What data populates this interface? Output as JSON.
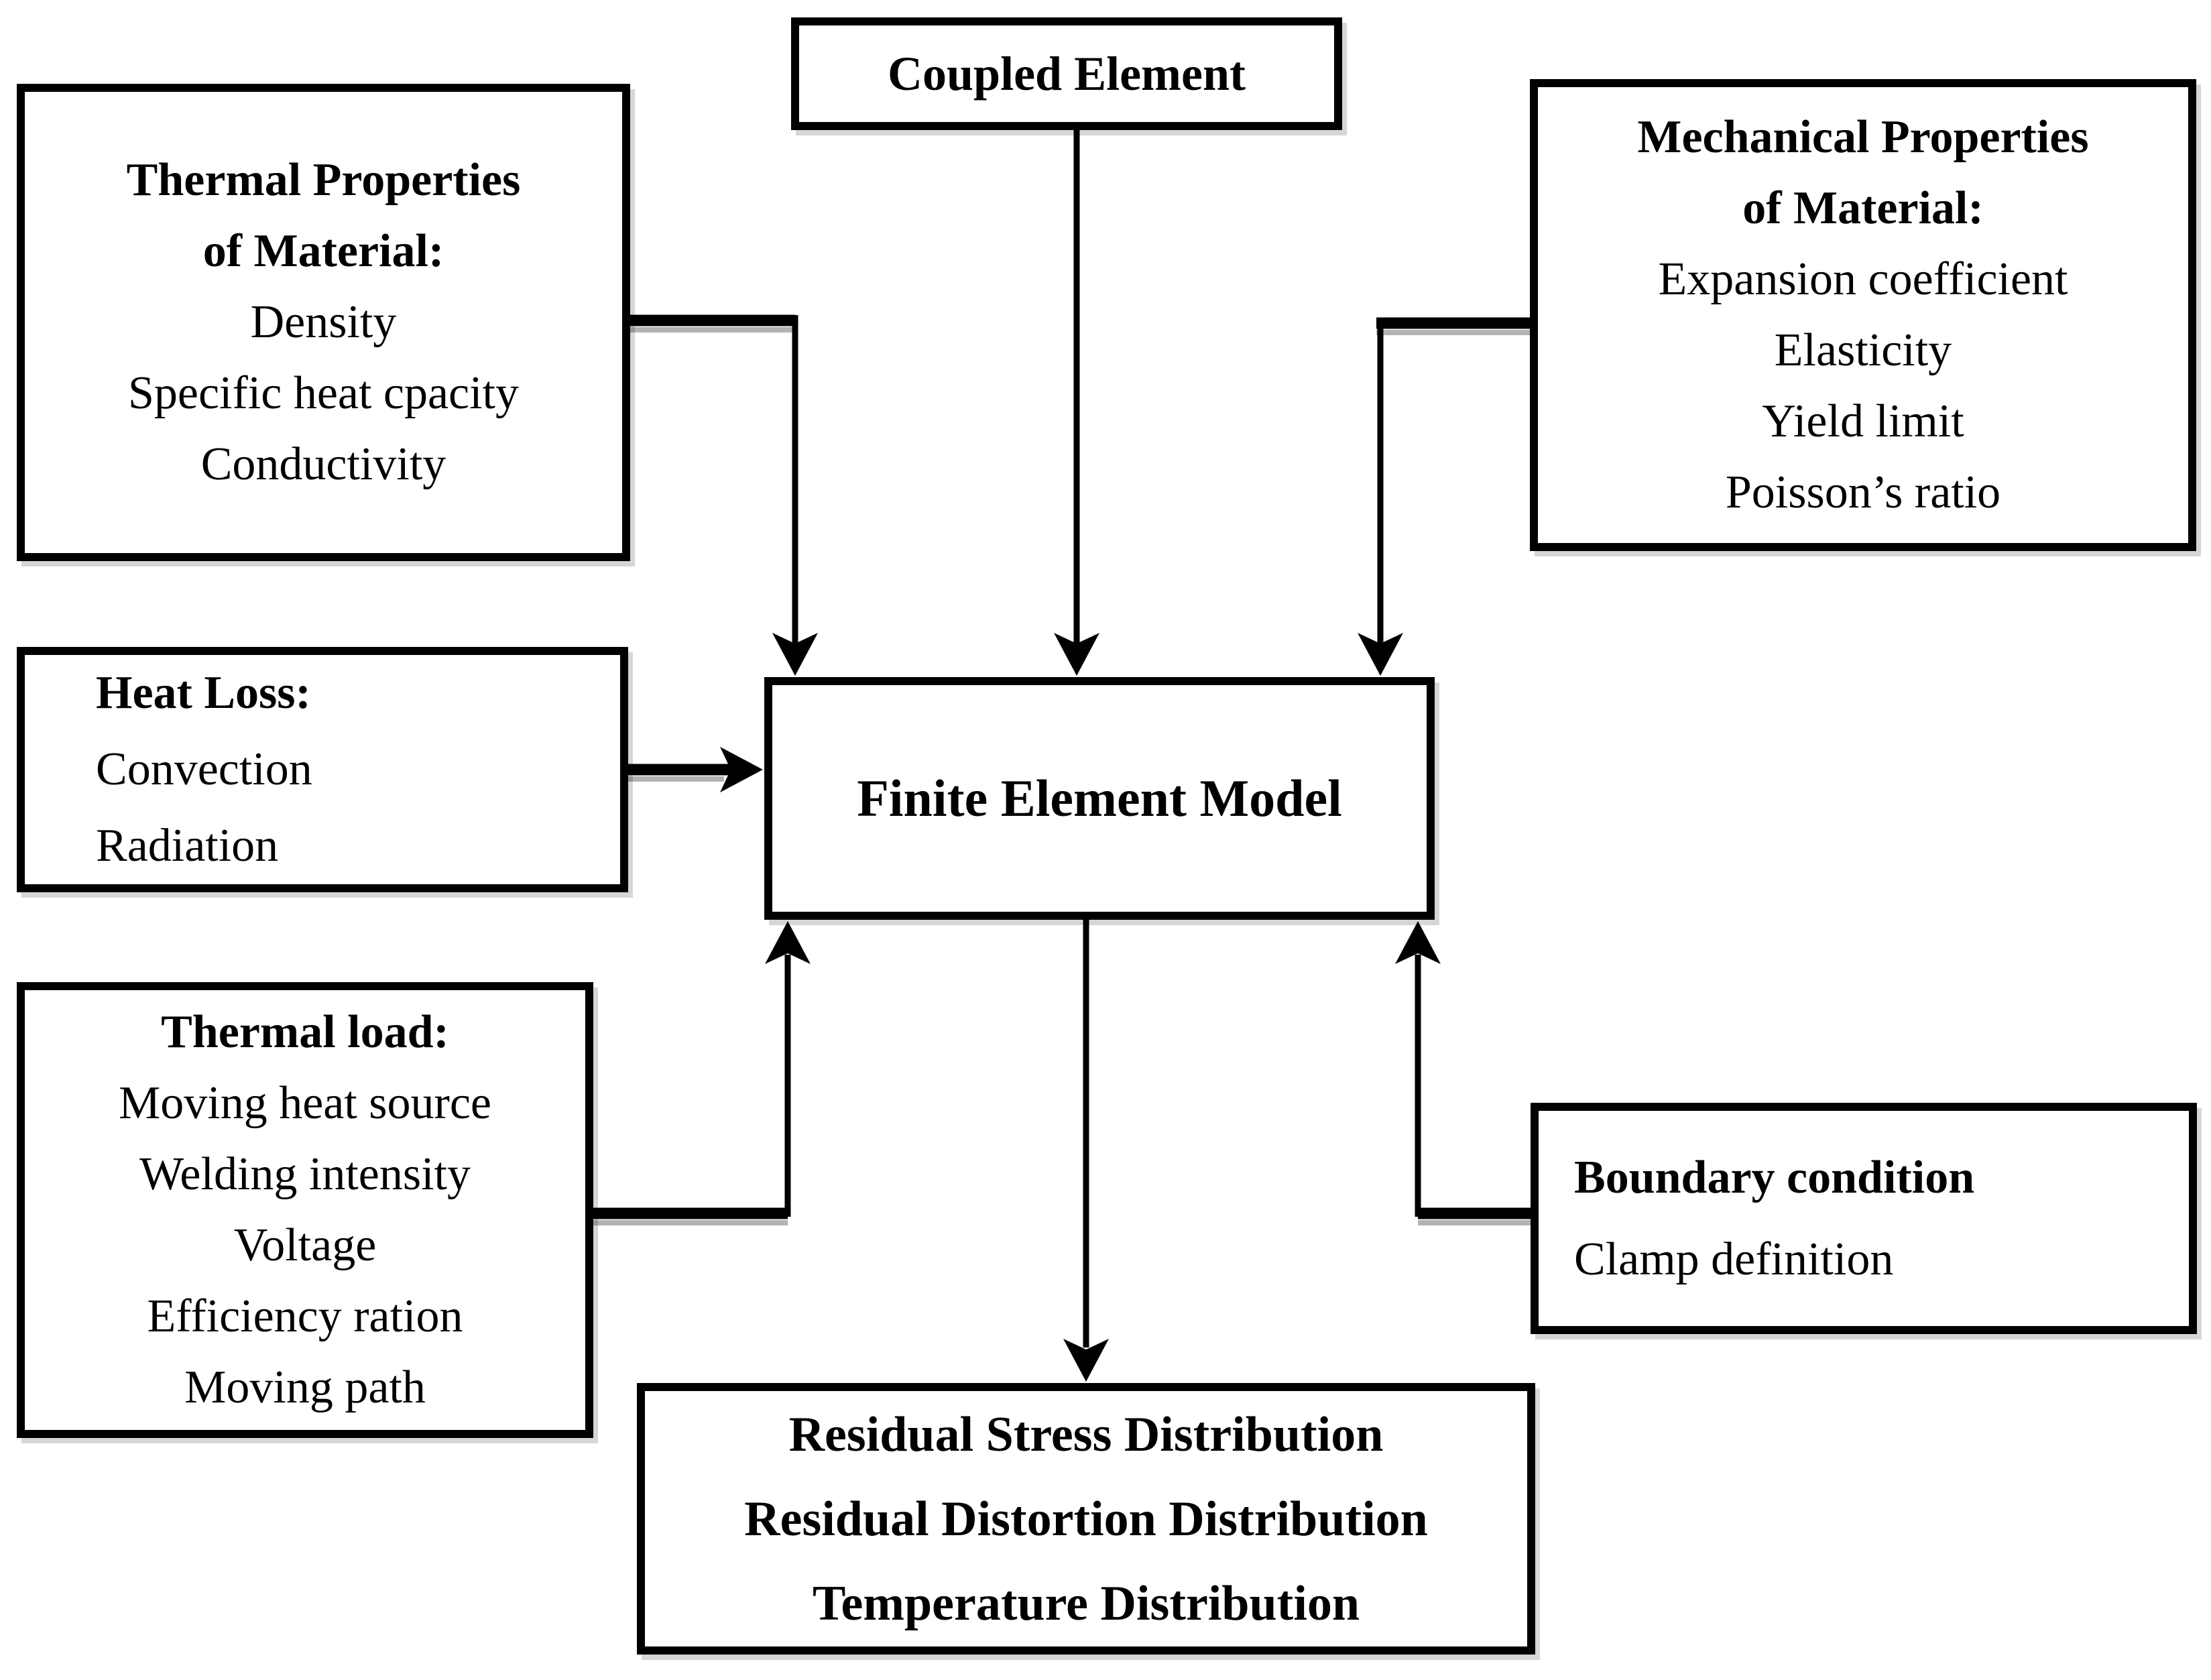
{
  "diagram": {
    "nodes": {
      "coupled_element": {
        "title": "Coupled Element"
      },
      "thermal_properties": {
        "title_lines": [
          "Thermal Properties",
          "of Material:"
        ],
        "items": [
          "Density",
          "Specific heat cpacity",
          "Conductivity"
        ]
      },
      "mechanical_properties": {
        "title_lines": [
          "Mechanical Properties",
          "of Material:"
        ],
        "items": [
          "Expansion coefficient",
          "Elasticity",
          "Yield limit",
          "Poisson’s ratio"
        ]
      },
      "heat_loss": {
        "title": "Heat Loss:",
        "items": [
          "Convection",
          "Radiation"
        ]
      },
      "finite_element_model": {
        "title": "Finite Element Model"
      },
      "thermal_load": {
        "title": "Thermal load:",
        "items": [
          "Moving heat source",
          "Welding intensity",
          "Voltage",
          "Efficiency ration",
          "Moving path"
        ]
      },
      "boundary_condition": {
        "title": "Boundary condition",
        "items": [
          "Clamp definition"
        ]
      },
      "results": {
        "lines": [
          "Residual Stress Distribution",
          "Residual Distortion Distribution",
          "Temperature Distribution"
        ]
      }
    },
    "colors": {
      "stroke": "#000000",
      "text": "#000000",
      "background": "#ffffff",
      "shadow": "#b3b3b3"
    }
  }
}
